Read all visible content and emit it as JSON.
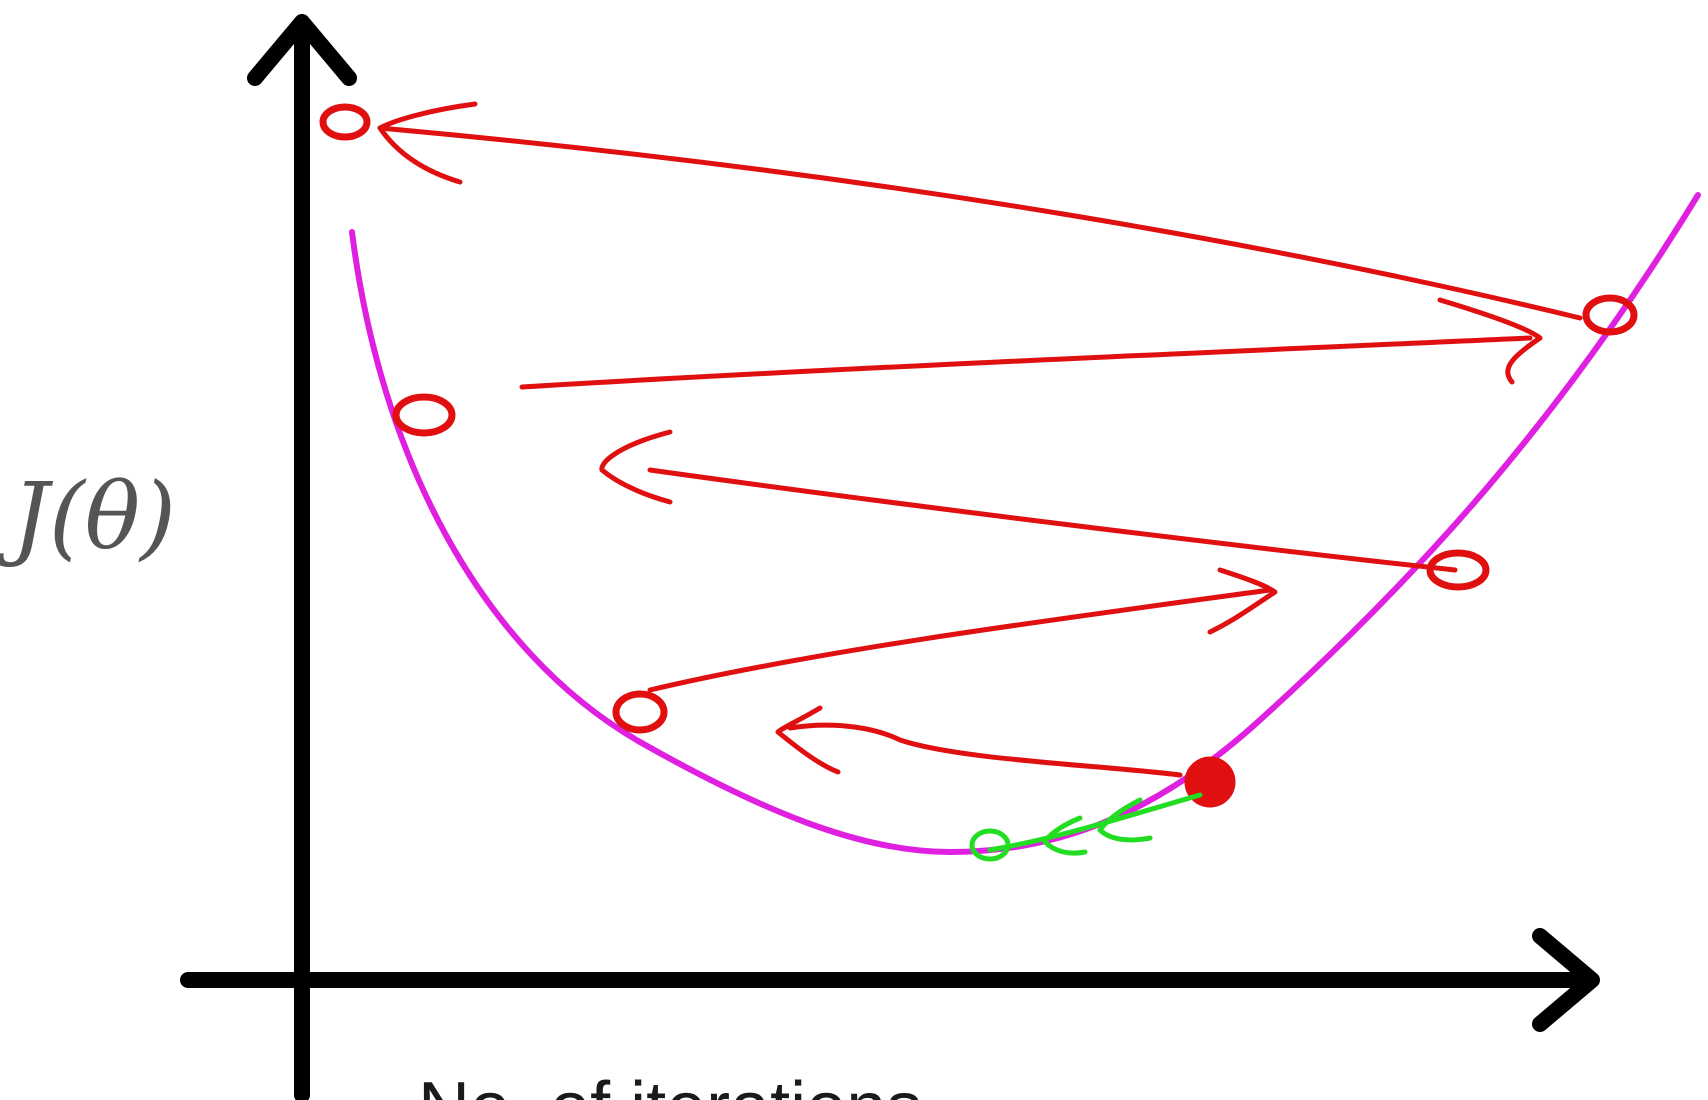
{
  "diagram": {
    "y_axis_label": "J(θ)",
    "x_axis_label": "No. of iterations",
    "colors": {
      "axes": "#000000",
      "cost_curve": "#e020e0",
      "diverging_steps": "#e01010",
      "converging_steps": "#22dd22",
      "background": "#ffffff"
    },
    "elements": [
      "axes-arrows",
      "cost-curve",
      "iteration-points",
      "diverging-step-arrows",
      "converging-step-arrows"
    ]
  }
}
